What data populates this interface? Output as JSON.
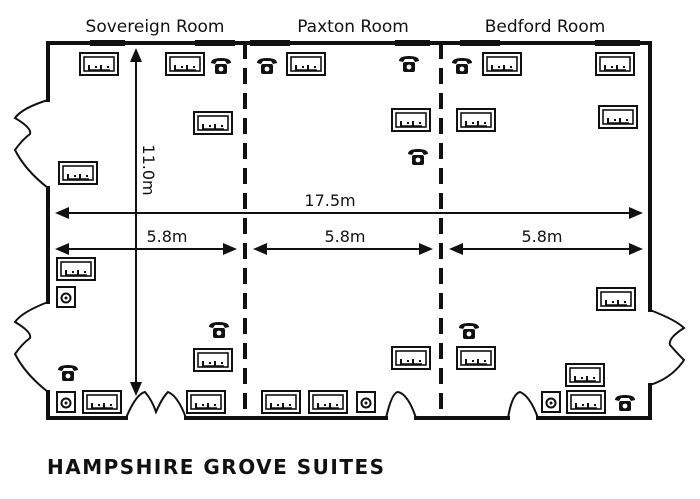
{
  "rooms": {
    "sovereign": "Sovereign Room",
    "paxton": "Paxton Room",
    "bedford": "Bedford Room"
  },
  "dimensions": {
    "total_width": "17.5m",
    "room_width_1": "5.8m",
    "room_width_2": "5.8m",
    "room_width_3": "5.8m",
    "height": "11.0m"
  },
  "title": "HAMPSHIRE GROVE SUITES",
  "icons": {
    "socket": "double-power-socket-icon",
    "phone": "telephone-icon",
    "wall_phone": "wall-phone-socket-icon"
  }
}
